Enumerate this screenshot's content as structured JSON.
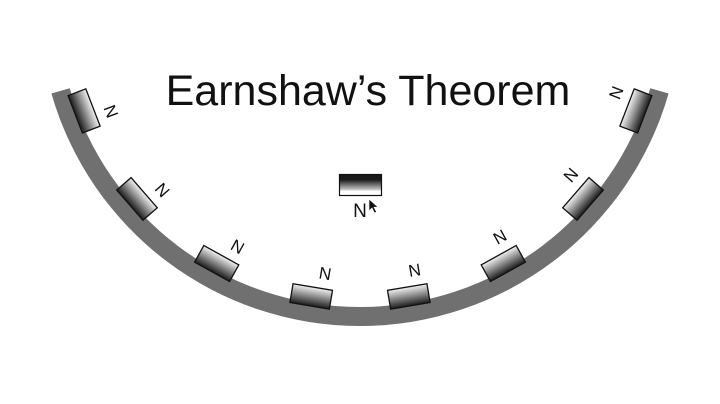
{
  "slide": {
    "title": "Earnshaw’s Theorem"
  },
  "track": {
    "name": "curved magnetic track",
    "color": "#707070"
  },
  "track_magnets": [
    {
      "label": "N"
    },
    {
      "label": "N"
    },
    {
      "label": "N"
    },
    {
      "label": "N"
    },
    {
      "label": "N"
    },
    {
      "label": "N"
    },
    {
      "label": "N"
    },
    {
      "label": "N"
    }
  ],
  "levitating_magnet": {
    "label": "N"
  },
  "cursor": {
    "icon": "mouse-pointer-icon"
  },
  "colors": {
    "background": "#ffffff",
    "magnet_dark": "#1a1a1a",
    "magnet_light": "#f4f4f4",
    "outline": "#111111",
    "text": "#111111"
  }
}
